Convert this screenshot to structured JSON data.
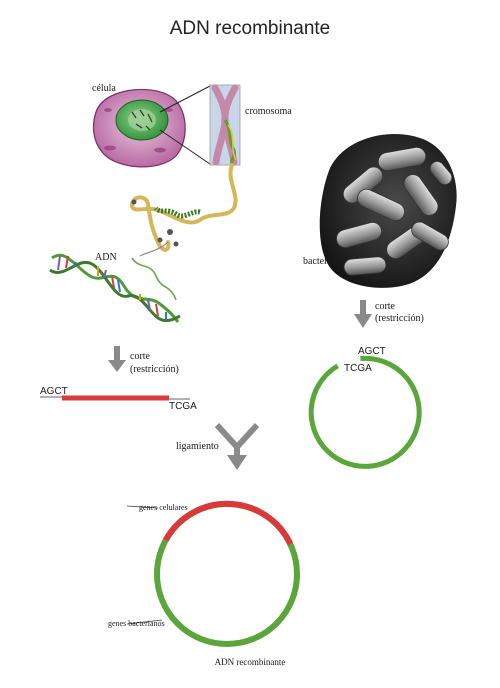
{
  "title": "ADN recombinante",
  "labels": {
    "cell": "célula",
    "chromosome": "cromosoma",
    "dna": "ADN",
    "bacteria": "bacterias",
    "cut_left_1": "corte",
    "cut_left_2": "(restricción)",
    "cut_right_1": "corte",
    "cut_right_2": "(restricción)",
    "ligation": "ligamiento",
    "cell_genes": "genes celulares",
    "bacterial_genes": "genes bacterianos",
    "bottom_caption": "ADN recombinante"
  },
  "sequences": {
    "left_top": "AGCT",
    "left_bottom": "TCGA",
    "right_top": "AGCT",
    "right_bottom": "TCGA"
  },
  "colors": {
    "red": "#d9393a",
    "green": "#5aa63a",
    "arrow": "#8a8a8a"
  },
  "icons": [
    "cell-icon",
    "chromosome-icon",
    "dna-helix-icon",
    "bacteria-micrograph-icon",
    "down-arrow-icon",
    "merge-arrow-icon",
    "plasmid-icon"
  ]
}
